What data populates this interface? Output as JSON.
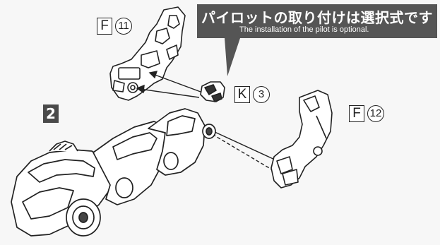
{
  "callout": {
    "title": "パイロットの取り付けは選択式です",
    "subtitle": "The installation of the pilot is optional."
  },
  "step": {
    "number": "2"
  },
  "parts": {
    "f11": {
      "letter": "F",
      "number": "11"
    },
    "k3": {
      "letter": "K",
      "number": "3"
    },
    "f12": {
      "letter": "F",
      "number": "12"
    }
  },
  "colors": {
    "callout_bg": "#555555",
    "badge_bg": "#4a4a4a",
    "line": "#222222",
    "paper": "#f7f7f7"
  }
}
